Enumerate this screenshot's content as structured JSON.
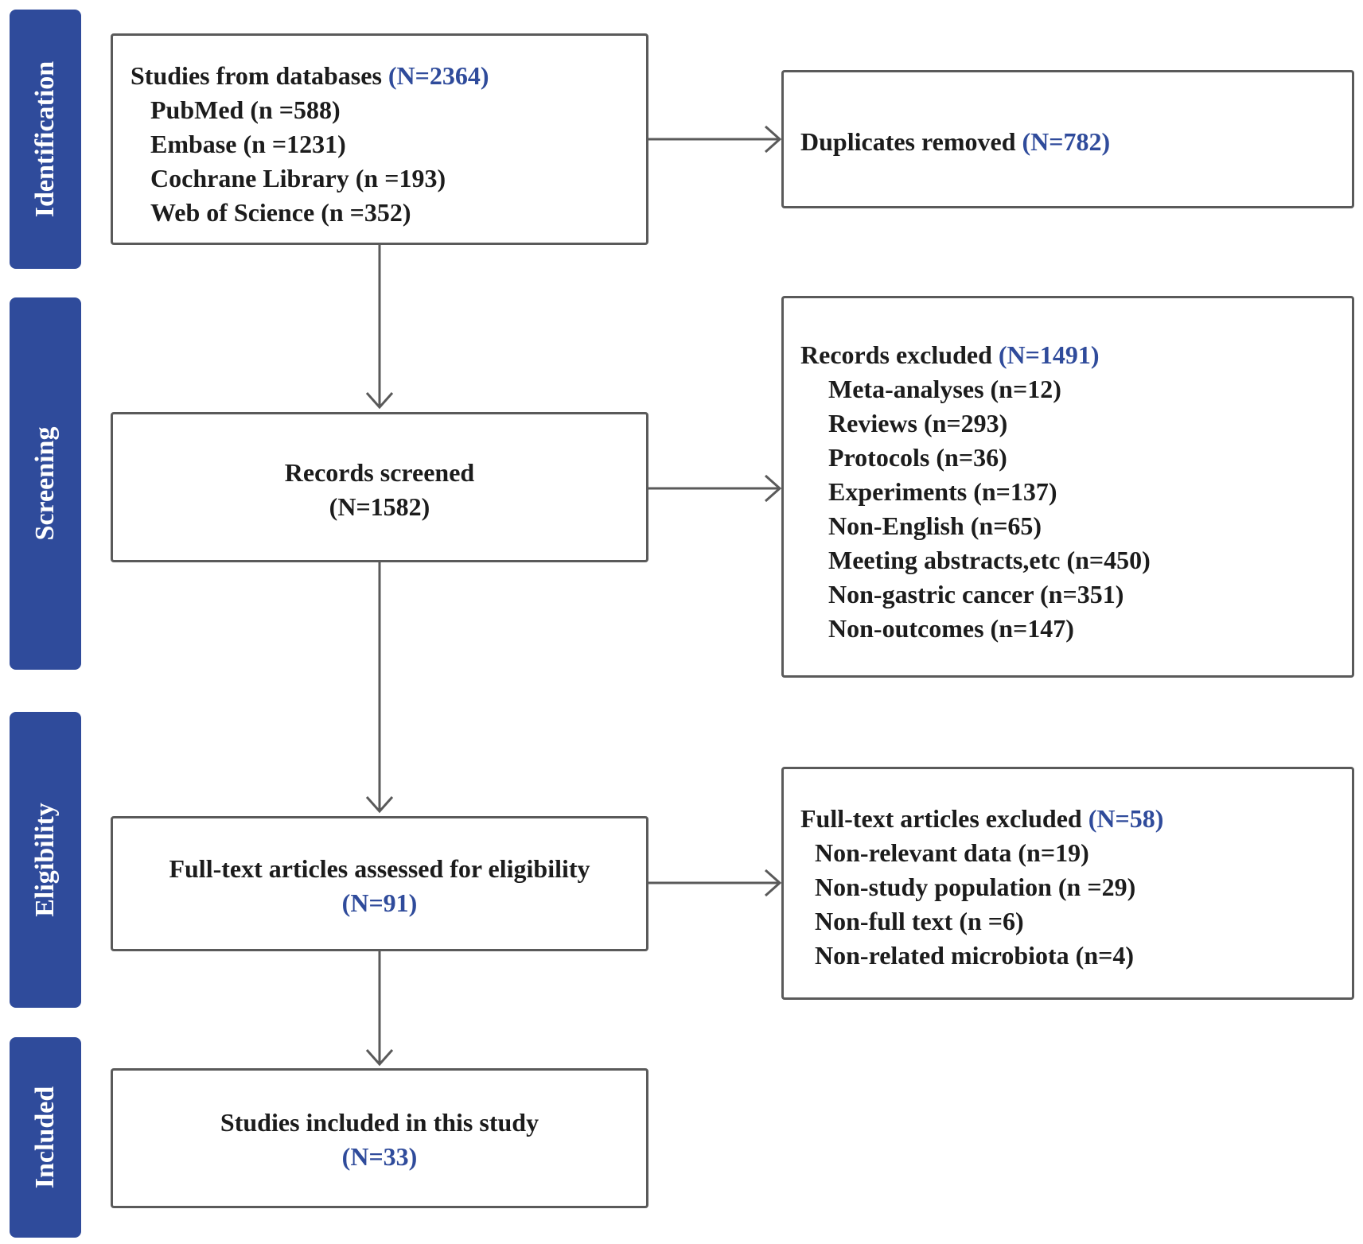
{
  "phases": {
    "identification": "Identification",
    "screening": "Screening",
    "eligibility": "Eligibility",
    "included": "Included"
  },
  "databases": {
    "title": "Studies from databases ",
    "count": "(N=2364)",
    "items": [
      "PubMed (n =588)",
      "Embase (n =1231)",
      "Cochrane Library (n =193)",
      "Web of Science (n =352)"
    ]
  },
  "duplicates": {
    "title": "Duplicates removed ",
    "count": "(N=782)"
  },
  "screened": {
    "title": "Records screened",
    "count": "(N=1582)"
  },
  "records_excluded": {
    "title": "Records excluded ",
    "count": "(N=1491)",
    "items": [
      "Meta-analyses (n=12)",
      "Reviews (n=293)",
      "Protocols (n=36)",
      "Experiments (n=137)",
      "Non-English (n=65)",
      "Meeting abstracts,etc (n=450)",
      "Non-gastric cancer (n=351)",
      "Non-outcomes (n=147)"
    ]
  },
  "fulltext_assessed": {
    "title": "Full-text articles assessed for eligibility",
    "count": "(N=91)"
  },
  "fulltext_excluded": {
    "title": "Full-text articles excluded ",
    "count": "(N=58)",
    "items": [
      "Non-relevant data (n=19)",
      "Non-study population (n =29)",
      "Non-full text (n =6)",
      "Non-related microbiota (n=4)"
    ]
  },
  "included": {
    "title": "Studies included in this study",
    "count": "(N=33)"
  },
  "colors": {
    "phase_fill": "#2f4b9b",
    "count_text": "#2f4b9b",
    "box_border": "#5a5a5a",
    "arrow": "#5a5a5a"
  }
}
